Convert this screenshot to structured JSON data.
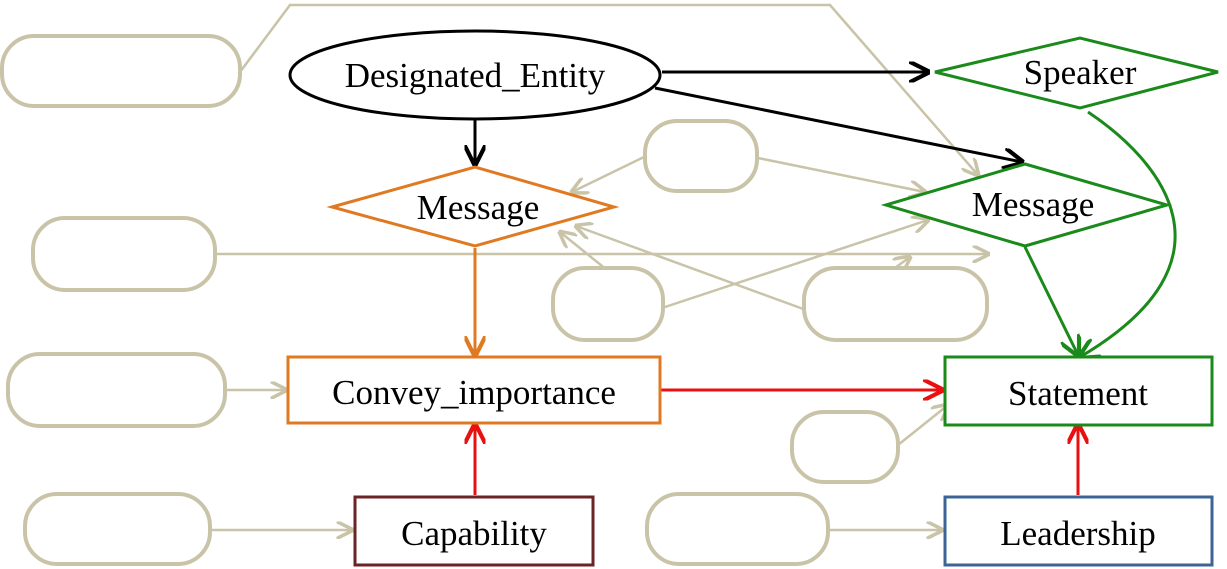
{
  "diagram": {
    "nodes": {
      "designated_entity": {
        "label": "Designated_Entity",
        "shape": "ellipse",
        "color": "#000000"
      },
      "speaker": {
        "label": "Speaker",
        "shape": "diamond",
        "color": "#1a8a1a"
      },
      "message_left": {
        "label": "Message",
        "shape": "diamond",
        "color": "#e07a22"
      },
      "message_right": {
        "label": "Message",
        "shape": "diamond",
        "color": "#1a8a1a"
      },
      "convey_importance": {
        "label": "Convey_importance",
        "shape": "rectangle",
        "color": "#e07a22"
      },
      "statement": {
        "label": "Statement",
        "shape": "rectangle",
        "color": "#1a8a1a"
      },
      "capability": {
        "label": "Capability",
        "shape": "rectangle",
        "color": "#6b2424"
      },
      "leadership": {
        "label": "Leadership",
        "shape": "rectangle",
        "color": "#3c6496"
      }
    },
    "placeholder_color": "#c9c3a8",
    "edge_colors": {
      "black": "#000000",
      "orange": "#e07a22",
      "green": "#1a8a1a",
      "red": "#e81010",
      "faded": "#c9c3a8"
    }
  }
}
